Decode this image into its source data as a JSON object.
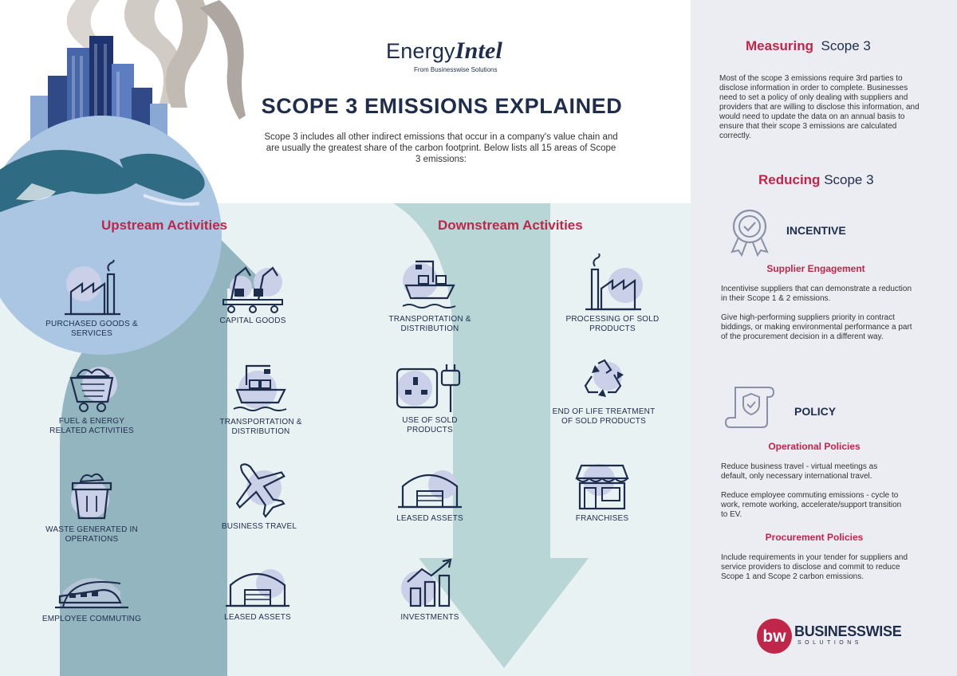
{
  "header": {
    "logo_part1": "Energy",
    "logo_part2": "Intel",
    "logo_subtitle": "From Businesswise Solutions",
    "title": "SCOPE 3 EMISSIONS EXPLAINED",
    "intro": "Scope 3 includes all other indirect emissions that occur in a company's value chain and are usually the greatest share of the carbon footprint. Below lists all 15 areas of Scope 3 emissions:"
  },
  "upstream": {
    "title": "Upstream Activities",
    "items": [
      {
        "label": "PURCHASED GOODS & SERVICES",
        "icon": "factory-icon"
      },
      {
        "label": "FUEL & ENERGY RELATED ACTIVITIES",
        "icon": "coal-cart-icon"
      },
      {
        "label": "WASTE GENERATED IN OPERATIONS",
        "icon": "waste-bin-icon"
      },
      {
        "label": "EMPLOYEE COMMUTING",
        "icon": "train-icon"
      },
      {
        "label": "CAPITAL GOODS",
        "icon": "robot-arm-icon"
      },
      {
        "label": "TRANSPORTATION & DISTRIBUTION",
        "icon": "cargo-ship-icon"
      },
      {
        "label": "BUSINESS TRAVEL",
        "icon": "airplane-icon"
      },
      {
        "label": "LEASED ASSETS",
        "icon": "warehouse-icon"
      }
    ]
  },
  "downstream": {
    "title": "Downstream Activities",
    "items": [
      {
        "label": "TRANSPORTATION & DISTRIBUTION",
        "icon": "cargo-ship-icon"
      },
      {
        "label": "USE OF SOLD PRODUCTS",
        "icon": "plug-socket-icon"
      },
      {
        "label": "LEASED ASSETS",
        "icon": "warehouse-icon"
      },
      {
        "label": "INVESTMENTS",
        "icon": "growth-chart-icon"
      },
      {
        "label": "PROCESSING OF SOLD PRODUCTS",
        "icon": "factory-icon"
      },
      {
        "label": "END OF LIFE TREATMENT OF SOLD PRODUCTS",
        "icon": "recycle-icon"
      },
      {
        "label": "FRANCHISES",
        "icon": "storefront-icon"
      }
    ]
  },
  "measuring": {
    "title_red": "Measuring",
    "title_rest": "Scope 3",
    "text": "Most of the scope 3 emissions require 3rd parties to disclose information in order to complete. Businesses need to set a policy of only dealing with suppliers and providers that are willing to disclose this information, and would need to update the data on an annual basis to ensure that their scope 3 emissions are calculated correctly."
  },
  "reducing": {
    "title_red": "Reducing",
    "title_rest": "Scope 3",
    "incentive": {
      "title": "INCENTIVE",
      "icon": "award-ribbon-icon",
      "subtitle": "Supplier Engagement",
      "p1": "Incentivise suppliers that can demonstrate a reduction in their Scope 1 & 2 emissions.",
      "p2": "Give high-performing suppliers priority in contract biddings, or making environmental performance a part of the procurement  decision in a different way."
    },
    "policy": {
      "title": "POLICY",
      "icon": "policy-scroll-icon",
      "subtitle1": "Operational Policies",
      "p1": "Reduce business travel - virtual meetings as default, only necessary international travel.",
      "p2": "Reduce employee commuting emissions - cycle to work, remote working, accelerate/support transition to EV.",
      "subtitle2": "Procurement Policies",
      "p3": "Include requirements in your tender for suppliers and service providers to disclose and commit to reduce Scope 1 and Scope 2 carbon emissions."
    }
  },
  "footer": {
    "logo_mark": "bw",
    "company": "BUSINESSWISE",
    "tagline": "SOLUTIONS"
  },
  "colors": {
    "navy": "#1f2d4d",
    "crimson": "#c0264a",
    "arrow_up": "#93b5bf",
    "arrow_down": "#b9d6d6",
    "panel_bg": "#e9f2f2",
    "sidebar_bg": "#ecedf2"
  }
}
